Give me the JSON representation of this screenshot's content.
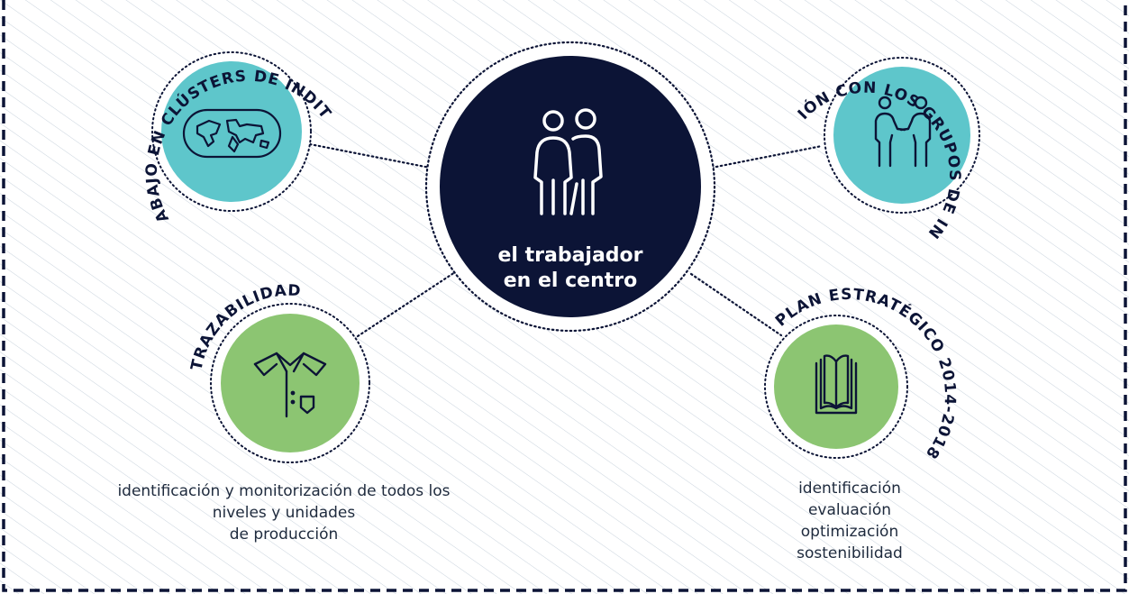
{
  "center": {
    "line1": "el trabajador",
    "line2": "en el centro"
  },
  "nodes": {
    "clusters": {
      "label": "TRABAJO EN CLÚSTERS DE INDITEX"
    },
    "grupos": {
      "label": "RELACIÓN CON LOS GRUPOS DE INTERÉS"
    },
    "trazabilidad": {
      "label": "TRAZABILIDAD",
      "caption": [
        "identificación y monitorización de todos los",
        "niveles y unidades",
        "de producción"
      ]
    },
    "plan": {
      "label": "PLAN ESTRATÉGICO 2014-2018",
      "caption": [
        "identificación",
        "evaluación",
        "optimización",
        "sostenibilidad"
      ]
    }
  },
  "colors": {
    "navy": "#0c1436",
    "teal": "#5ec6cb",
    "green": "#8cc572",
    "hatch": "#c8d2dc",
    "text": "#1e2a3d"
  },
  "icons": {
    "center": "two-people-icon",
    "clusters": "world-map-icon",
    "grupos": "handshake-people-icon",
    "trazabilidad": "shirt-icon",
    "plan": "book-icon"
  }
}
